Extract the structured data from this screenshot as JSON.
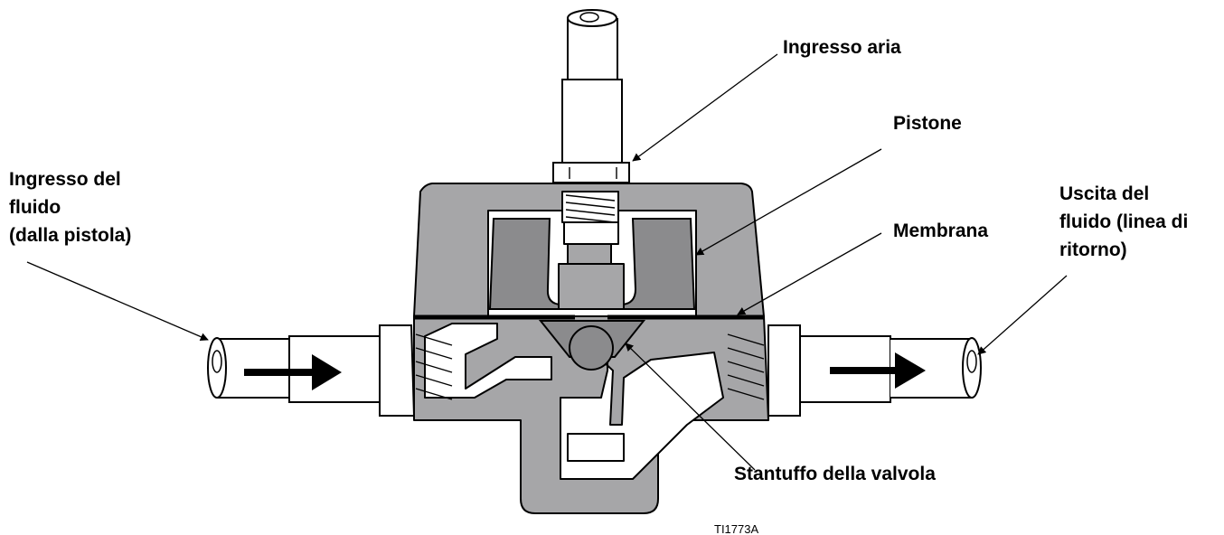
{
  "labels": {
    "air_inlet": "Ingresso aria",
    "piston": "Pistone",
    "membrane": "Membrana",
    "fluid_inlet": [
      "Ingresso del",
      "fluido",
      "(dalla pistola)"
    ],
    "fluid_outlet": [
      "Uscita del",
      "fluido (linea di",
      "ritorno)"
    ],
    "valve_plunger": "Stantuffo della valvola"
  },
  "figure_code": "TI1773A",
  "colors": {
    "body_gray": "#a6a6a8",
    "part_dark_gray": "#8b8b8d",
    "line": "#000000",
    "background": "#ffffff"
  }
}
